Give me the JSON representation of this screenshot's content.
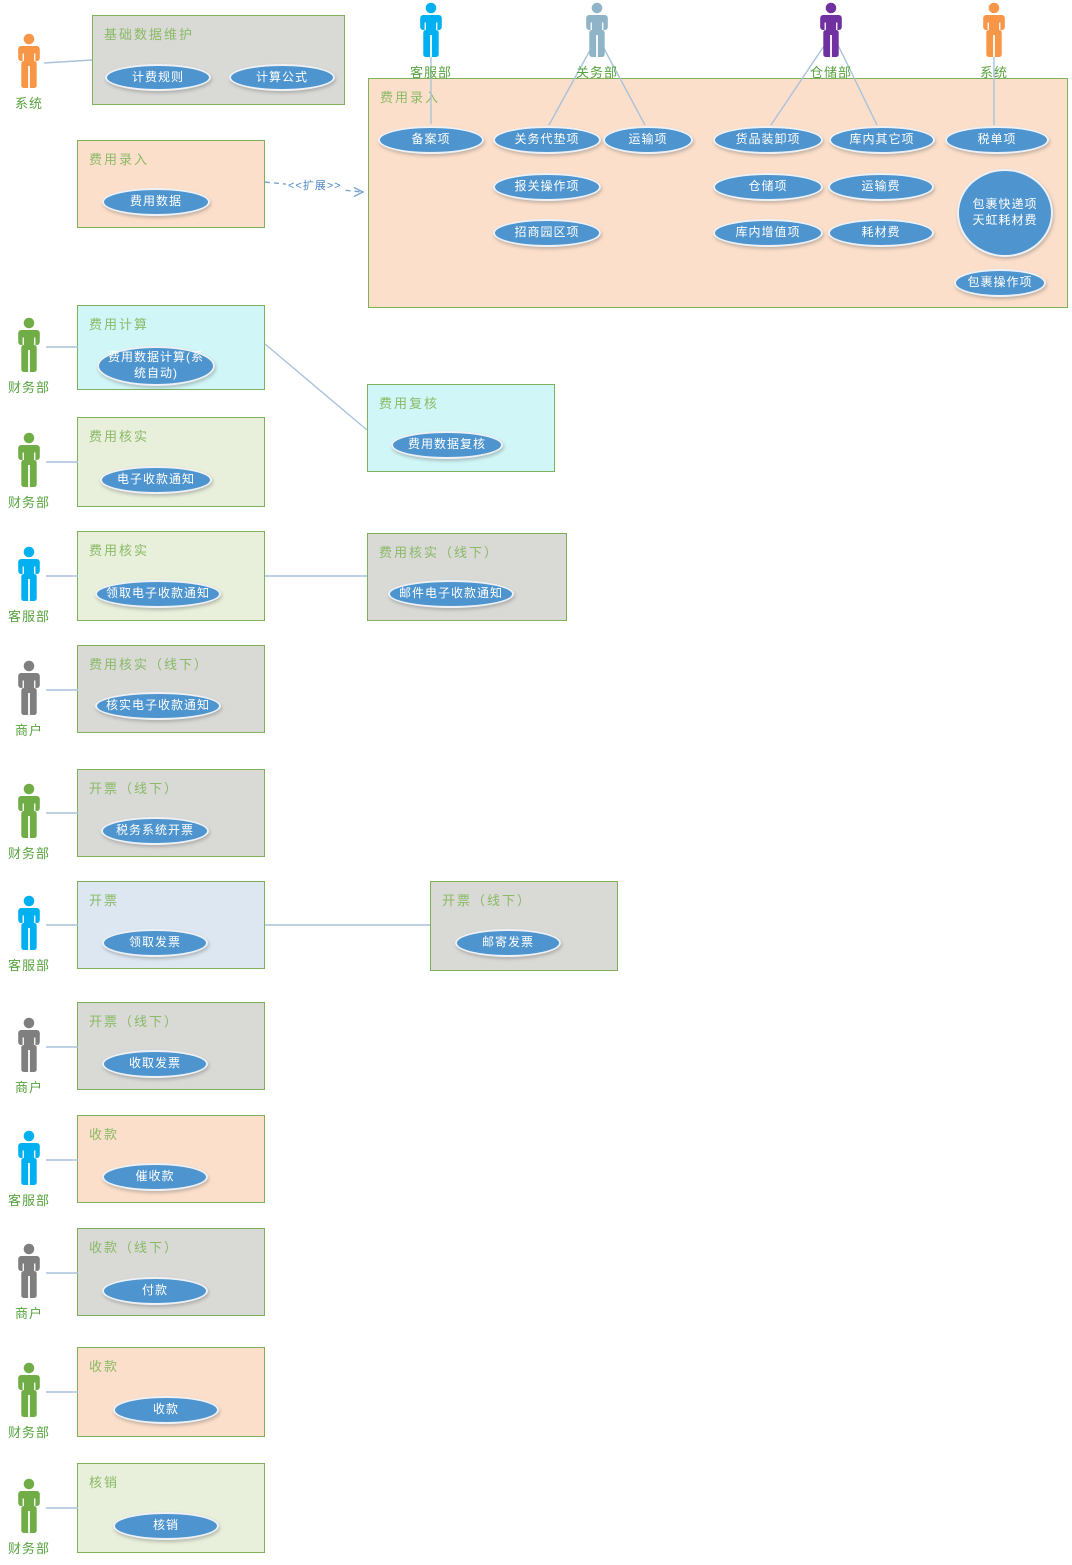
{
  "colors": {
    "box_border_green": "#7db25a",
    "box_fill_peach": "#fcdfca",
    "box_fill_gray": "#d9d9d6",
    "box_fill_cyan": "#d0f6f7",
    "box_fill_light_green": "#e8efda",
    "box_fill_light_blue": "#dce7f1",
    "usecase_ellipse_blue": "#4e94ce",
    "connector_blue": "#a9c2dc",
    "title_text_green": "#8aba66",
    "actor_label_green": "#57a33e",
    "actor_orange": "#f79646",
    "actor_blue": "#00b0f0",
    "actor_steel_blue": "#8fb4c7",
    "actor_purple": "#7030a0",
    "actor_green": "#71ad47",
    "actor_gray": "#7f7f7f"
  },
  "extend_label": "<<扩展>>",
  "top_left": {
    "actor": "系统",
    "box_title": "基础数据维护",
    "ellipses": [
      "计费规则",
      "计算公式"
    ]
  },
  "fee_entry_small": {
    "title": "费用录入",
    "ellipse": "费用数据"
  },
  "top_actors": [
    {
      "label": "客服部"
    },
    {
      "label": "关务部"
    },
    {
      "label": "仓储部"
    },
    {
      "label": "系统"
    }
  ],
  "fee_entry_big": {
    "title": "费用录入",
    "row1": [
      "备案项",
      "关务代垫项",
      "运输项",
      "货品装卸项",
      "库内其它项",
      "税单项"
    ],
    "row2": [
      "报关操作项",
      "仓储项",
      "运输费"
    ],
    "row3": [
      "招商园区项",
      "库内增值项",
      "耗材费"
    ],
    "parcel_circle_line1": "包裹快递项",
    "parcel_circle_line2": "天虹耗材费",
    "parcel_operation": "包裹操作项"
  },
  "side_boxes": {
    "fee_review": {
      "title": "费用复核",
      "ellipse": "费用数据复核"
    },
    "verify_offline": {
      "title": "费用核实（线下）",
      "ellipse": "邮件电子收款通知"
    },
    "invoice_offline": {
      "title": "开票（线下）",
      "ellipse": "邮寄发票"
    }
  },
  "rows": [
    {
      "actor": "财务部",
      "title": "费用计算",
      "ellipse": "费用数据计算(系统自动)"
    },
    {
      "actor": "财务部",
      "title": "费用核实",
      "ellipse": "电子收款通知"
    },
    {
      "actor": "客服部",
      "title": "费用核实",
      "ellipse": "领取电子收款通知"
    },
    {
      "actor": "商户",
      "title": "费用核实（线下）",
      "ellipse": "核实电子收款通知"
    },
    {
      "actor": "财务部",
      "title": "开票（线下）",
      "ellipse": "税务系统开票"
    },
    {
      "actor": "客服部",
      "title": "开票",
      "ellipse": "领取发票"
    },
    {
      "actor": "商户",
      "title": "开票（线下）",
      "ellipse": "收取发票"
    },
    {
      "actor": "客服部",
      "title": "收款",
      "ellipse": "催收款"
    },
    {
      "actor": "商户",
      "title": "收款（线下）",
      "ellipse": "付款"
    },
    {
      "actor": "财务部",
      "title": "收款",
      "ellipse": "收款"
    },
    {
      "actor": "财务部",
      "title": "核销",
      "ellipse": "核销"
    }
  ]
}
